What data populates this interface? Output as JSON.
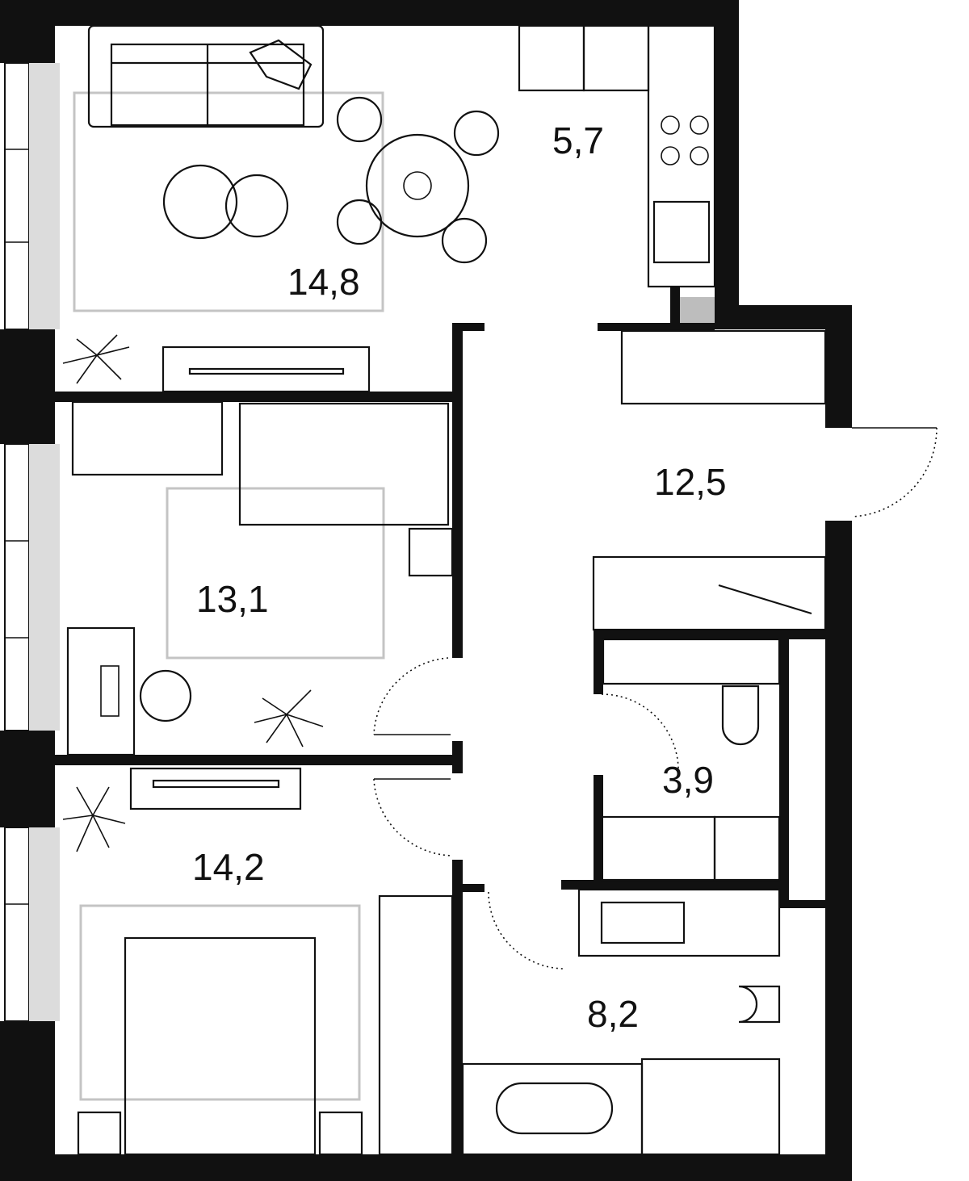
{
  "plan": {
    "rooms": [
      {
        "id": "living",
        "area": "14,8"
      },
      {
        "id": "kitchen",
        "area": "5,7"
      },
      {
        "id": "hall",
        "area": "12,5"
      },
      {
        "id": "bedroom-2",
        "area": "13,1"
      },
      {
        "id": "wc",
        "area": "3,9"
      },
      {
        "id": "bedroom-1",
        "area": "14,2"
      },
      {
        "id": "bathroom",
        "area": "8,2"
      }
    ],
    "colors": {
      "wall": "#111111",
      "rug": "#c4c4c4",
      "window_glass": "#dcdcdc",
      "background": "#ffffff"
    }
  }
}
